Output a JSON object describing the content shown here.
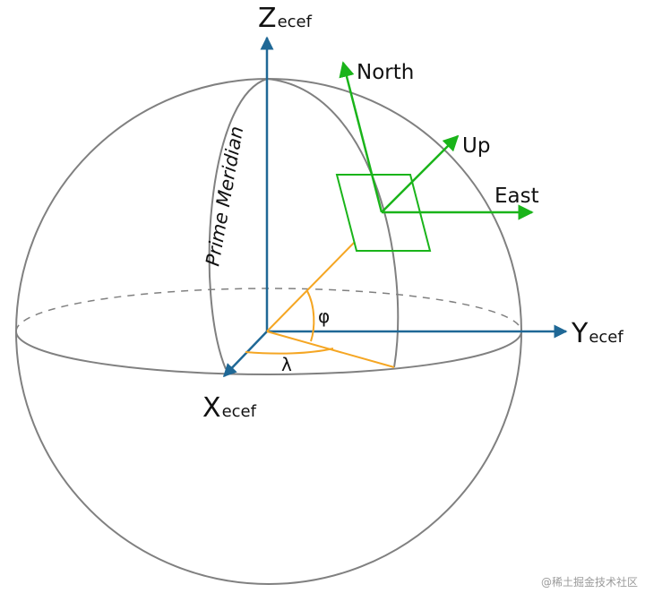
{
  "axes": {
    "z": {
      "letter": "Z",
      "sub": "ecef"
    },
    "y": {
      "letter": "Y",
      "sub": "ecef"
    },
    "x": {
      "letter": "X",
      "sub": "ecef"
    }
  },
  "local_frame": {
    "north": "North",
    "up": "Up",
    "east": "East"
  },
  "angles": {
    "latitude": "φ",
    "longitude": "λ"
  },
  "meridian_label": "Prime Meridian",
  "watermark": "@稀土掘金技术社区",
  "colors": {
    "axis": "#1f6896",
    "sphere": "#808080",
    "local_frame": "#1ab41a",
    "angle": "#f5a623"
  }
}
